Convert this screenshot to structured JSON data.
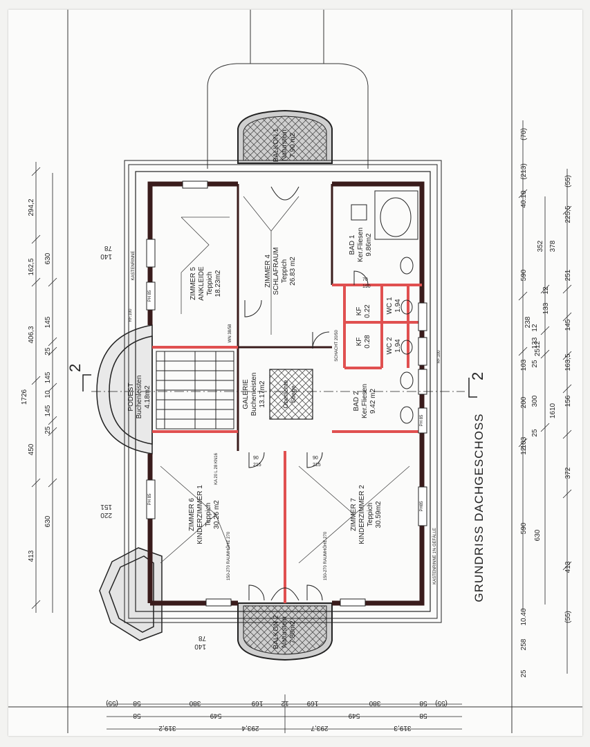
{
  "drawing": {
    "title": "GRUNDRISS DACHGESCHOSS",
    "section_marker": "2",
    "colors": {
      "wall": "#3a1c1c",
      "new_wall": "#e05050",
      "line": "#222222",
      "paper": "#fbfbfa"
    }
  },
  "rooms": [
    {
      "id": "zimmer5",
      "lines": [
        "ZIMMER 5",
        "ANKLEIDE",
        "Teppich",
        "18.23m2"
      ]
    },
    {
      "id": "zimmer4",
      "lines": [
        "ZIMMER 4",
        "SCHLAFRAUM",
        "Teppich",
        "26.83 m2"
      ]
    },
    {
      "id": "bad1",
      "lines": [
        "BAD 1",
        "Ker.Fliesen",
        "9.86m2"
      ]
    },
    {
      "id": "wc1",
      "lines": [
        "WC 1",
        "1.94"
      ]
    },
    {
      "id": "wc2",
      "lines": [
        "WC 2",
        "1.94"
      ]
    },
    {
      "id": "kf1",
      "lines": [
        "KF",
        "0.22"
      ]
    },
    {
      "id": "kf2",
      "lines": [
        "KF",
        "0.28"
      ]
    },
    {
      "id": "podest",
      "lines": [
        "PODEST",
        "Buchenleisten",
        "4.18m2"
      ]
    },
    {
      "id": "galerie",
      "lines": [
        "GALERIE",
        "Buchenleisten",
        "13.17m2"
      ]
    },
    {
      "id": "oberlicht",
      "lines": [
        "Oberlichte",
        "Stiege"
      ]
    },
    {
      "id": "bad2",
      "lines": [
        "BAD 2",
        "Ker.Fliesen",
        "9.42 m2"
      ]
    },
    {
      "id": "zimmer6",
      "lines": [
        "ZIMMER 6",
        "KINDERZIMMER 1",
        "Teppich",
        "30.26 m2"
      ]
    },
    {
      "id": "zimmer7",
      "lines": [
        "ZIMMER 7",
        "KINDERZIMMER 2",
        "Teppich",
        "30.59m2"
      ]
    },
    {
      "id": "balkon1",
      "lines": [
        "BALKON 1",
        "Naturstein",
        "7.90 m2"
      ]
    },
    {
      "id": "balkon2",
      "lines": [
        "BALKON 2",
        "Naturstein",
        "7.80m2"
      ]
    }
  ],
  "notes": {
    "raumhoehe_1": "150-270 RAUMHÖHE 270",
    "raumhoehe_2": "150-270 RAUMHÖHE 270",
    "kastenrinne": "KASTENRINNE 1% GEFÄLLE",
    "kastenrinne_top": "KASTENRINNE",
    "schacht": "SCHACHT 20/50",
    "wn": "WN 38/58",
    "kamin": "KA 20 L 28 KN16",
    "ph85_a": "PH 85",
    "ph85_b": "PH 85",
    "ph85_c": "PH 85",
    "ph85_d": "PH85",
    "rf_a": "RF.100",
    "rf_b": "RF.100"
  },
  "dims": {
    "left_outer": [
      "294,2",
      "162,5",
      "406,3",
      "1726",
      "450",
      "413"
    ],
    "left_inner": [
      "630",
      "145",
      "25",
      "145",
      "10",
      "145",
      "25",
      "630"
    ],
    "right_a": [
      "(70)",
      "(213)",
      "40.10",
      "352",
      "590",
      "238",
      "103",
      "200",
      "12",
      "103",
      "590",
      "10.40"
    ],
    "right_b": [
      "(55)",
      "225,5",
      "378",
      "251",
      "145",
      "163,5",
      "156",
      "372",
      "630",
      "413",
      "(55)",
      "258",
      "25"
    ],
    "right_c": [
      "12",
      "133",
      "12",
      "133",
      "2512",
      "25",
      "300",
      "1610",
      "25"
    ],
    "bottom_outer": [
      "319,2",
      "293,4",
      "293,7",
      "319,3"
    ],
    "bottom_mid": [
      "58",
      "549",
      "549",
      "58"
    ],
    "bottom_inner": [
      "(55)",
      "58",
      "380",
      "169",
      "12",
      "169",
      "380",
      "58",
      "(55)"
    ],
    "window_a": [
      "78",
      "140"
    ],
    "window_b": [
      "151",
      "220"
    ],
    "window_c": [
      "78",
      "140"
    ],
    "door_a": [
      "90",
      "215"
    ],
    "door_b": [
      "90",
      "215"
    ],
    "door_c": [
      "70",
      "190"
    ]
  }
}
